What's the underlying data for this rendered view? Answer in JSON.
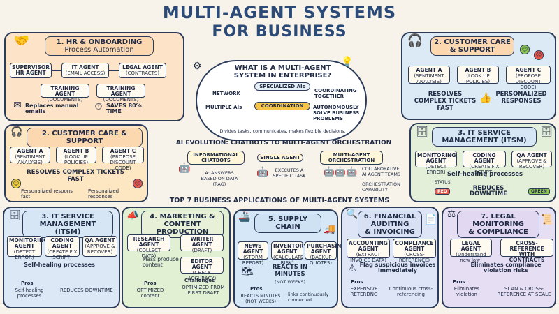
{
  "title": {
    "line1": "MULTI-AGENT SYSTEMS",
    "line2": "FOR BUSINESS"
  },
  "hr": {
    "title1": "1. HR & ONBOARDING",
    "title2": "Process Automation",
    "agents": [
      {
        "name": "SUPERVISOR HR AGENT",
        "sub": ""
      },
      {
        "name": "IT AGENT",
        "sub": "(EMAIL ACCESS)"
      },
      {
        "name": "LEGAL AGENT",
        "sub": "(CONTRACTS)"
      },
      {
        "name": "TRAINING AGENT",
        "sub": "(DOCUMENTS)"
      },
      {
        "name": "TRAINING AGENT",
        "sub": "(DOCUMENTS)"
      }
    ],
    "replaces": "Replaces manual emails",
    "saves": "SAVES 80% TIME"
  },
  "cc_left": {
    "title": "2. CUSTOMER CARE & SUPPORT",
    "agents": [
      {
        "name": "AGENT A",
        "sub": "(SENTIMENT ANALYSIS)"
      },
      {
        "name": "AGENT B",
        "sub": "(LOOK UP POLICIES)"
      },
      {
        "name": "AGENT C",
        "sub": "(PROPOSE DISCOUNT CODE)"
      }
    ],
    "resolves": "RESOLVES COMPLEX TICKETS FAST",
    "pro1": "Personalized respons fast",
    "pro2": "Personalized responses"
  },
  "cc_right": {
    "title1": "2. CUSTOMER CARE",
    "title2": "& SUPPORT",
    "agents": [
      {
        "name": "AGENT A",
        "sub": "(SENTIMENT ANALYSIS)"
      },
      {
        "name": "AGENT B",
        "sub": "(LOOK UP POLICIES)"
      },
      {
        "name": "AGENT C",
        "sub": "(PROPOSE DISCOUNT CODE)"
      }
    ],
    "resolves": "RESOLVES COMPLEX TICKETS FAST",
    "personalized": "PERSONALIZED RESPONSES"
  },
  "center": {
    "question": "WHAT IS A MULTI-AGENT SYSTEM IN ENTERPRISE?",
    "specialized": "SPECIALIZED AIs",
    "network": "NETWORK",
    "multiple": "MULTIPLE AIs",
    "coordination": "COORDINATION",
    "together": "COORDINATING TOGETHER",
    "autonomous": "AUTONOMOUSLY SOLVE BUSINESS PROBLEMS",
    "divides": "Divides tasks, communicates, makes flexible decisions."
  },
  "evolution": {
    "heading": "AI EVOLUTION: CHATBOTS TO MULTI-AGENT ORCHESTRATION",
    "stages": [
      {
        "title": "INFORMATIONAL CHATBOTS",
        "desc": "A: ANSWERS BASED ON DATA (RAG)"
      },
      {
        "title": "SINGLE AGENT",
        "desc": "EXECUTES A SPECIFIC TASK"
      },
      {
        "title": "MULTI-AGENT ORCHESTRATION",
        "desc": "COLLABORATIVE AI AGENT TEAMS"
      }
    ],
    "capability": "ORCHESTRATION CAPABILITY"
  },
  "it_right": {
    "title1": "3. IT SERVICE",
    "title2": "MANAGEMENT (ITSM)",
    "agents": [
      {
        "name": "MONITORING AGENT",
        "sub": "(DETECT ERROR)"
      },
      {
        "name": "CODING AGENT",
        "sub": "(CREATE FIX SCRIPT)"
      },
      {
        "name": "QA AGENT",
        "sub": "(APPROVE & RECOVER)"
      }
    ],
    "healing": "Self-healing processes",
    "status": "STATUS",
    "red": "RED",
    "green": "GREEN",
    "reduces": "REDUCES DOWNTIME"
  },
  "top7": "TOP 7 BUSINESS APPLICATIONS OF MULTI-AGENT SYSTEMS",
  "it_left": {
    "title1": "3. IT SERVICE",
    "title2": "MANAGEMENT (ITSM)",
    "agents": [
      {
        "name": "MONITORING AGENT",
        "sub": "(DETECT ERROR)"
      },
      {
        "name": "CODING AGENT",
        "sub": "(CREATE FIX SCRIPT)"
      },
      {
        "name": "QA AGENT",
        "sub": "(APPROVE & RECOVER)"
      }
    ],
    "healing": "Self-healing processes",
    "pros": "Pros",
    "pro1": "Self-healing processes",
    "pro2": "REDUCES DOWNTIME"
  },
  "marketing": {
    "title1": "4. MARKETING &",
    "title2": "CONTENT PRODUCTION",
    "agents": [
      {
        "name": "RESEARCH AGENT",
        "sub": "(COLLECT DATA)"
      },
      {
        "name": "WRITER AGENT",
        "sub": "(DRAFT)"
      },
      {
        "name": "EDITOR AGENT",
        "sub": "(CHECK ACCURACY)"
      }
    ],
    "mass": "Mass produce content",
    "challenges": "Challenges",
    "pros": "Pros",
    "pro1": "OPTIMIZED content",
    "pro2": "OPTIMIZED FROM FIRST DRAFT"
  },
  "supply": {
    "title": "5. SUPPLY CHAIN",
    "agents": [
      {
        "name": "NEWS AGENT",
        "sub": "(STORM REPORT)"
      },
      {
        "name": "INVENTORY AGENT",
        "sub": "(CALCULATE RISK)"
      },
      {
        "name": "PURCHASING AGENT",
        "sub": "(BACKUP QUOTES)"
      }
    ],
    "reacts": "REACTS IN MINUTES",
    "notweeks": "(NOT WEEKS)",
    "pros": "Pros",
    "pro1": "REACTS MINUTES (NOT WEEKS)",
    "pro2": "links continuously connected"
  },
  "finance": {
    "title1": "6. FINANCIAL AUDITING",
    "title2": "& INVOICING",
    "agents": [
      {
        "name": "ACCOUNTING AGENT",
        "sub": "(EXTRACT INVOICE DATA)"
      },
      {
        "name": "COMPLIANCE AGENT",
        "sub": "(CROSS-REFERENCE)"
      }
    ],
    "flag": "Flag suspicious invoices immediately",
    "pros": "Pros",
    "pro1": "EXPENSIVE RETERDNG",
    "pro2": "Continuous cross-referencing"
  },
  "legal": {
    "title1": "7. LEGAL MONITORING",
    "title2": "& COMPLIANCE",
    "agents": [
      {
        "name": "LEGAL AGENT",
        "sub": "(Understand new law)"
      },
      {
        "name": "CROSS-REFERENCE WITH CONTRACTS",
        "sub": ""
      }
    ],
    "eliminates": "Eliminates compliance violation risks",
    "pros": "Pros",
    "pro1": "Eliminates violation",
    "pro2": "SCAN & CROSS-REFERENCE AT SCALE"
  },
  "colors": {
    "title": "#2b4a78",
    "outline": "#2b3b5a",
    "coord": "#f5c54a"
  }
}
